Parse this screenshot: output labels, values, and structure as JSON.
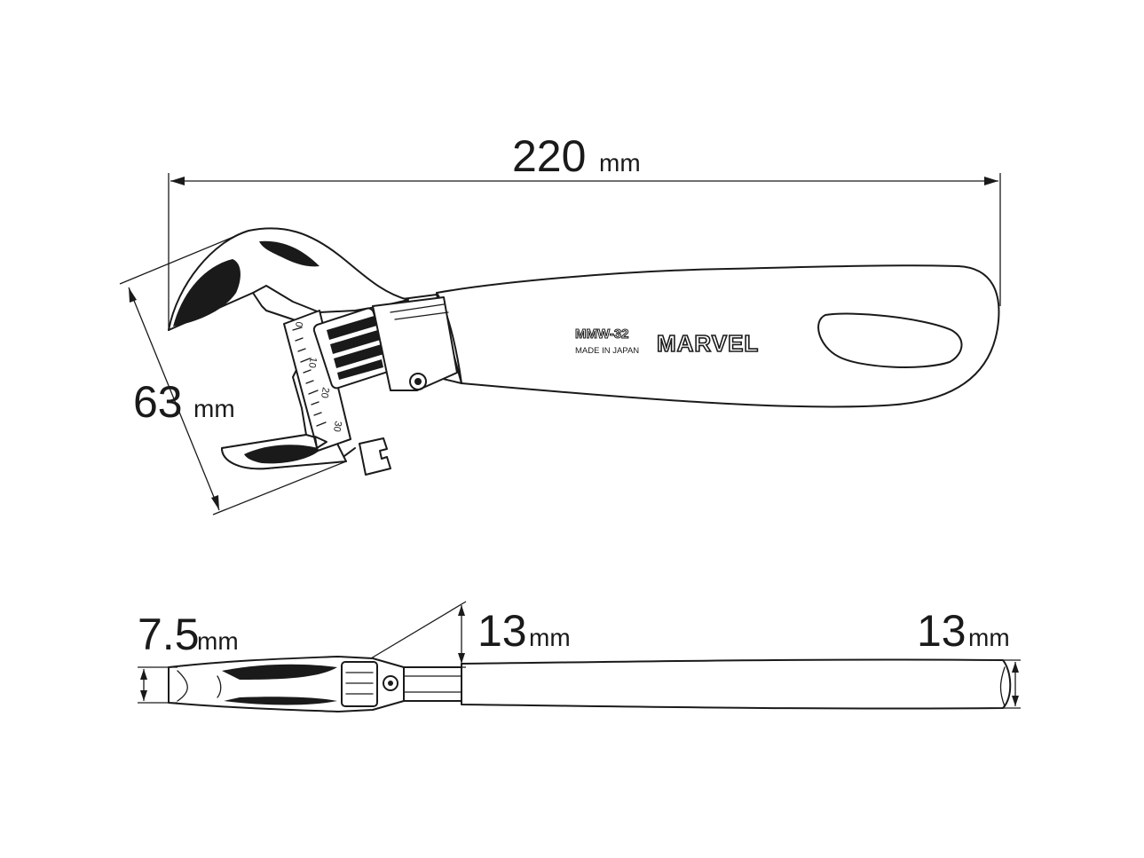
{
  "brand": {
    "name": "MARVEL",
    "model": "MMW-32",
    "origin": "MADE IN JAPAN"
  },
  "dimensions": {
    "length": {
      "value": "220",
      "unit": "mm"
    },
    "head_width": {
      "value": "63",
      "unit": "mm"
    },
    "jaw_thickness": {
      "value": "7.5",
      "unit": "mm"
    },
    "head_thickness": {
      "value": "13",
      "unit": "mm"
    },
    "handle_thickness": {
      "value": "13",
      "unit": "mm"
    }
  },
  "scale_marks": [
    "0",
    "10",
    "20",
    "30"
  ],
  "colors": {
    "line": "#1a1a1a",
    "background": "#ffffff"
  }
}
